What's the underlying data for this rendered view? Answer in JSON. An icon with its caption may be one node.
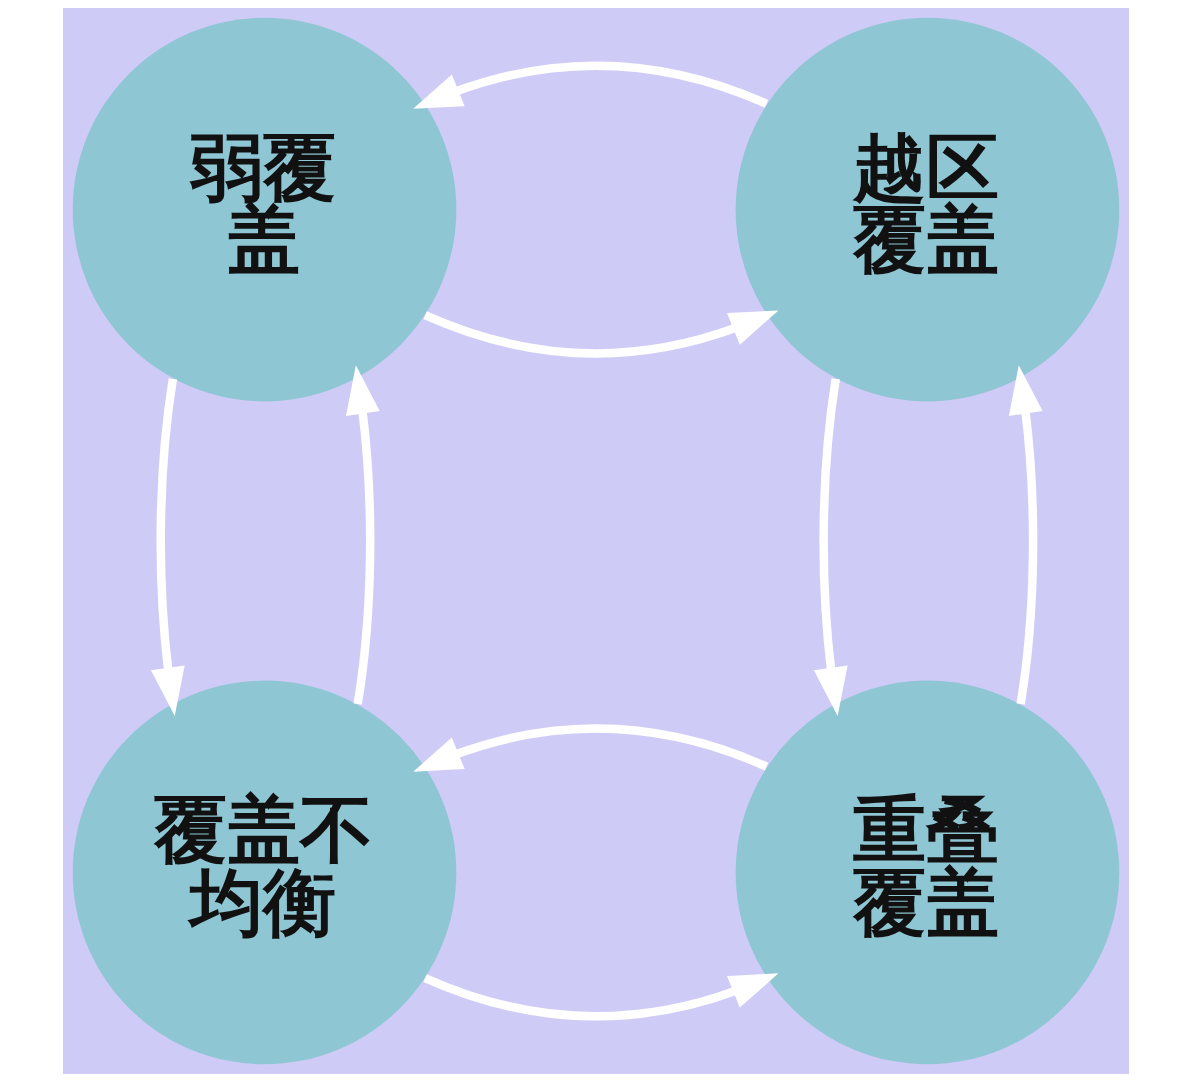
{
  "diagram": {
    "nodes": [
      {
        "text": [
          "弱覆盖"
        ]
      },
      {
        "text": [
          "越区覆盖"
        ]
      },
      {
        "text": [
          "覆盖不均衡"
        ]
      },
      {
        "text": [
          "重叠覆盖"
        ]
      }
    ],
    "edges": [
      {
        "from": 0,
        "to": 1,
        "arrow": "to"
      },
      {
        "from": 1,
        "to": 0,
        "arrow": "to"
      },
      {
        "from": 1,
        "to": 3,
        "arrow": "to"
      },
      {
        "from": 3,
        "to": 1,
        "arrow": "to"
      },
      {
        "from": 2,
        "to": 3,
        "arrow": "to"
      },
      {
        "from": 3,
        "to": 2,
        "arrow": "to"
      },
      {
        "from": 0,
        "to": 2,
        "arrow": "to"
      },
      {
        "from": 2,
        "to": 0,
        "arrow": "to"
      }
    ]
  }
}
